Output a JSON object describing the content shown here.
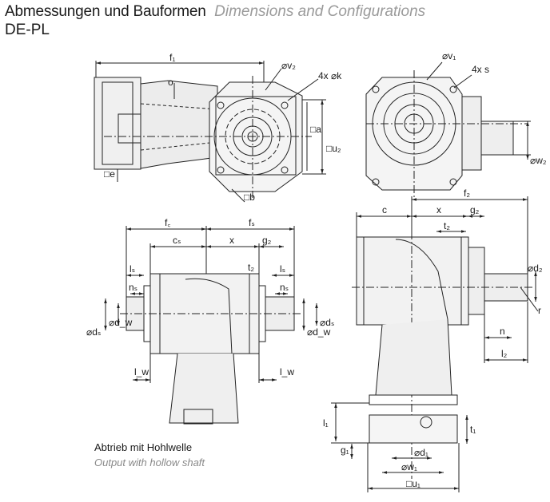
{
  "title": {
    "de": "Abmessungen und Bauformen",
    "en": "Dimensions and Configurations"
  },
  "model": "DE-PL",
  "caption": {
    "de": "Abtrieb mit Hohlwelle",
    "en": "Output with hollow shaft"
  },
  "labels": {
    "f1": "f₁",
    "ov2": "⌀v₂",
    "k4": "4x ⌀k",
    "o": "o",
    "a": "□a",
    "u2": "□u₂",
    "e": "□e",
    "b": "□b",
    "ov1": "⌀v₁",
    "s4": "4x s",
    "ow2": "⌀w₂",
    "fc": "f꜀",
    "fs": "fₛ",
    "cs": "cₛ",
    "x": "x",
    "g2": "g₂",
    "t2": "t₂",
    "ls": "lₛ",
    "ns": "nₛ",
    "ods": "⌀dₛ",
    "odw": "⌀d_w",
    "lw": "l_w",
    "f2": "f₂",
    "c": "c",
    "od2": "⌀d₂",
    "n": "n",
    "l2": "l₂",
    "r": "r",
    "l1": "l₁",
    "t1": "t₁",
    "g1": "g₁",
    "od1": "⌀d₁",
    "ow1": "⌀w₁",
    "u1": "□u₁"
  }
}
